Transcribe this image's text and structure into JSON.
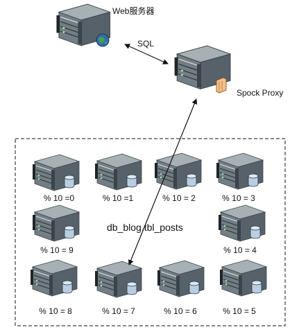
{
  "web_server": {
    "label": "Web服务器"
  },
  "proxy": {
    "label": "Spock Proxy"
  },
  "connection": {
    "label": "SQL"
  },
  "cluster": {
    "label": "db_blog.tbl_posts",
    "shards": [
      {
        "label": "% 10 =0"
      },
      {
        "label": "% 10 =1"
      },
      {
        "label": "% 10 = 2"
      },
      {
        "label": "% 10 = 3"
      },
      {
        "label": "% 10 = 4"
      },
      {
        "label": "% 10 = 5"
      },
      {
        "label": "% 10 = 6"
      },
      {
        "label": "% 10 = 7"
      },
      {
        "label": "% 10 = 8"
      },
      {
        "label": "% 10 = 9"
      }
    ]
  },
  "colors": {
    "server_top": "#9aa3a8",
    "server_front": "#6e7a80",
    "server_side": "#4d575c",
    "db": "#b9cde3",
    "proxy_box": "#f3c188",
    "globe": "#2f6fb4"
  }
}
